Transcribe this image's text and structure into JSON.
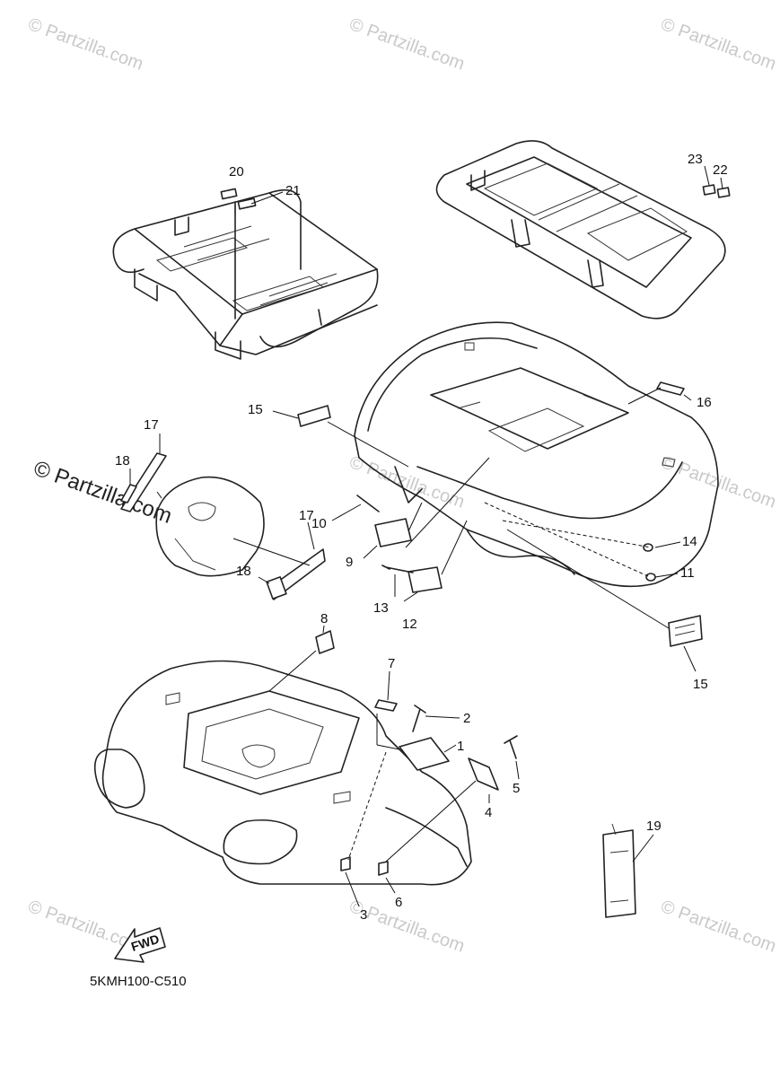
{
  "watermark": {
    "text": "© Partzilla.com",
    "prominent_text": "© Partzilla.com"
  },
  "diagram_code": "5KMH100-C510",
  "fwd_label": "FWD",
  "callouts": {
    "c1": "1",
    "c2": "2",
    "c3": "3",
    "c4": "4",
    "c5": "5",
    "c6": "6",
    "c7": "7",
    "c8": "8",
    "c9": "9",
    "c10": "10",
    "c11": "11",
    "c12": "12",
    "c13": "13",
    "c14": "14",
    "c15a": "15",
    "c15b": "15",
    "c16": "16",
    "c17a": "17",
    "c17b": "17",
    "c18a": "18",
    "c18b": "18",
    "c19": "19",
    "c20": "20",
    "c21": "21",
    "c22": "22",
    "c23": "23"
  },
  "colors": {
    "line": "#222222",
    "watermark": "#c9c9c9",
    "background": "#ffffff"
  }
}
